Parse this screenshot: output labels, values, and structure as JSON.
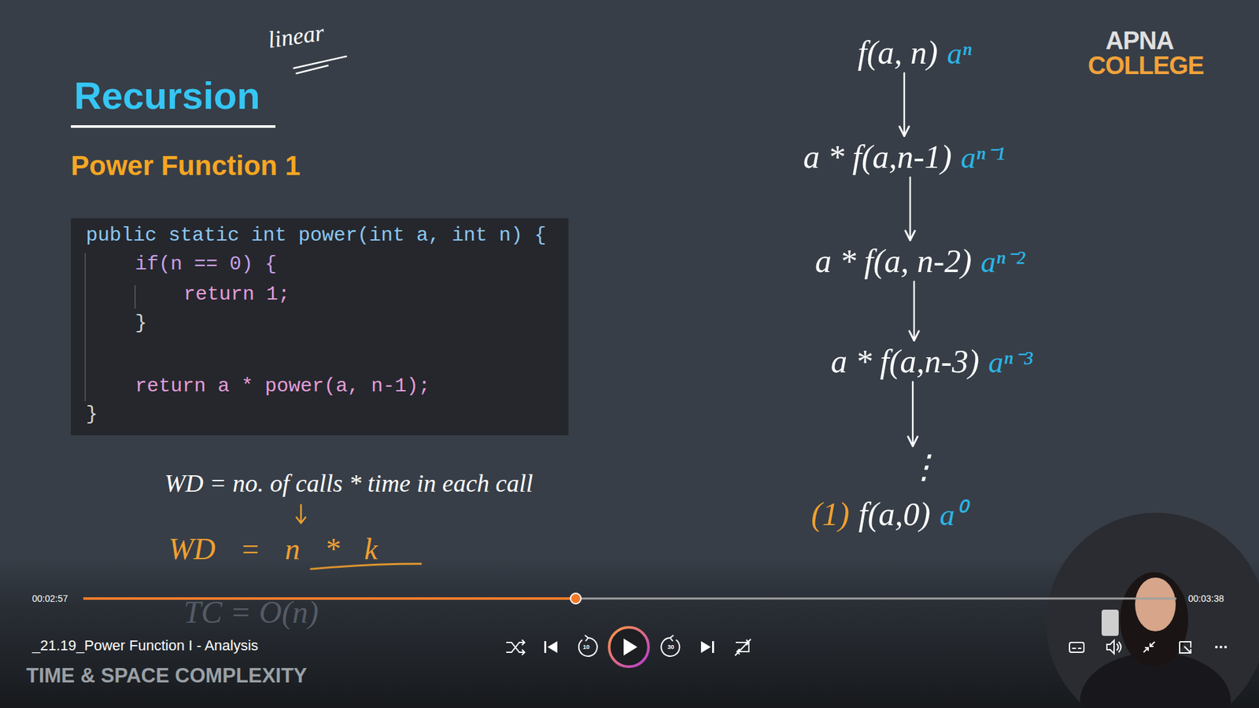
{
  "diagram": {
    "title": "Recursion",
    "nodes": [
      {
        "text": [
          "f(a, n)",
          "aⁿ"
        ]
      },
      {
        "text": [
          "a * f(a,n-1)",
          "aⁿ⁻¹"
        ]
      },
      {
        "text": [
          "a * f(a, n-2)",
          "aⁿ⁻²"
        ]
      },
      {
        "text": [
          "a * f(a,n-3)",
          "aⁿ⁻³"
        ]
      },
      {
        "text": [
          "⋮"
        ]
      },
      {
        "text": [
          "(1)",
          "f(a,0)",
          "a⁰"
        ]
      }
    ],
    "edges": [
      {
        "from": 0,
        "to": 1,
        "arrow": "to"
      },
      {
        "from": 1,
        "to": 2,
        "arrow": "to"
      },
      {
        "from": 2,
        "to": 3,
        "arrow": "to"
      },
      {
        "from": 3,
        "to": 4,
        "arrow": "to"
      }
    ],
    "labels": [
      "linear",
      "Power Function 1",
      "public static int power(int a, int n) {",
      "if(n == 0) {",
      "return 1;",
      "}",
      "return a * power(a, n-1);",
      "}",
      "WD = no. of calls * time in each call",
      "WD = n * k",
      "TC = O(n)",
      "APNA",
      "COLLEGE",
      "00:02:57",
      "00:03:38",
      "10",
      "30",
      "_21.19_Power Function I - Analysis",
      "TIME & SPACE COMPLEXITY"
    ]
  }
}
